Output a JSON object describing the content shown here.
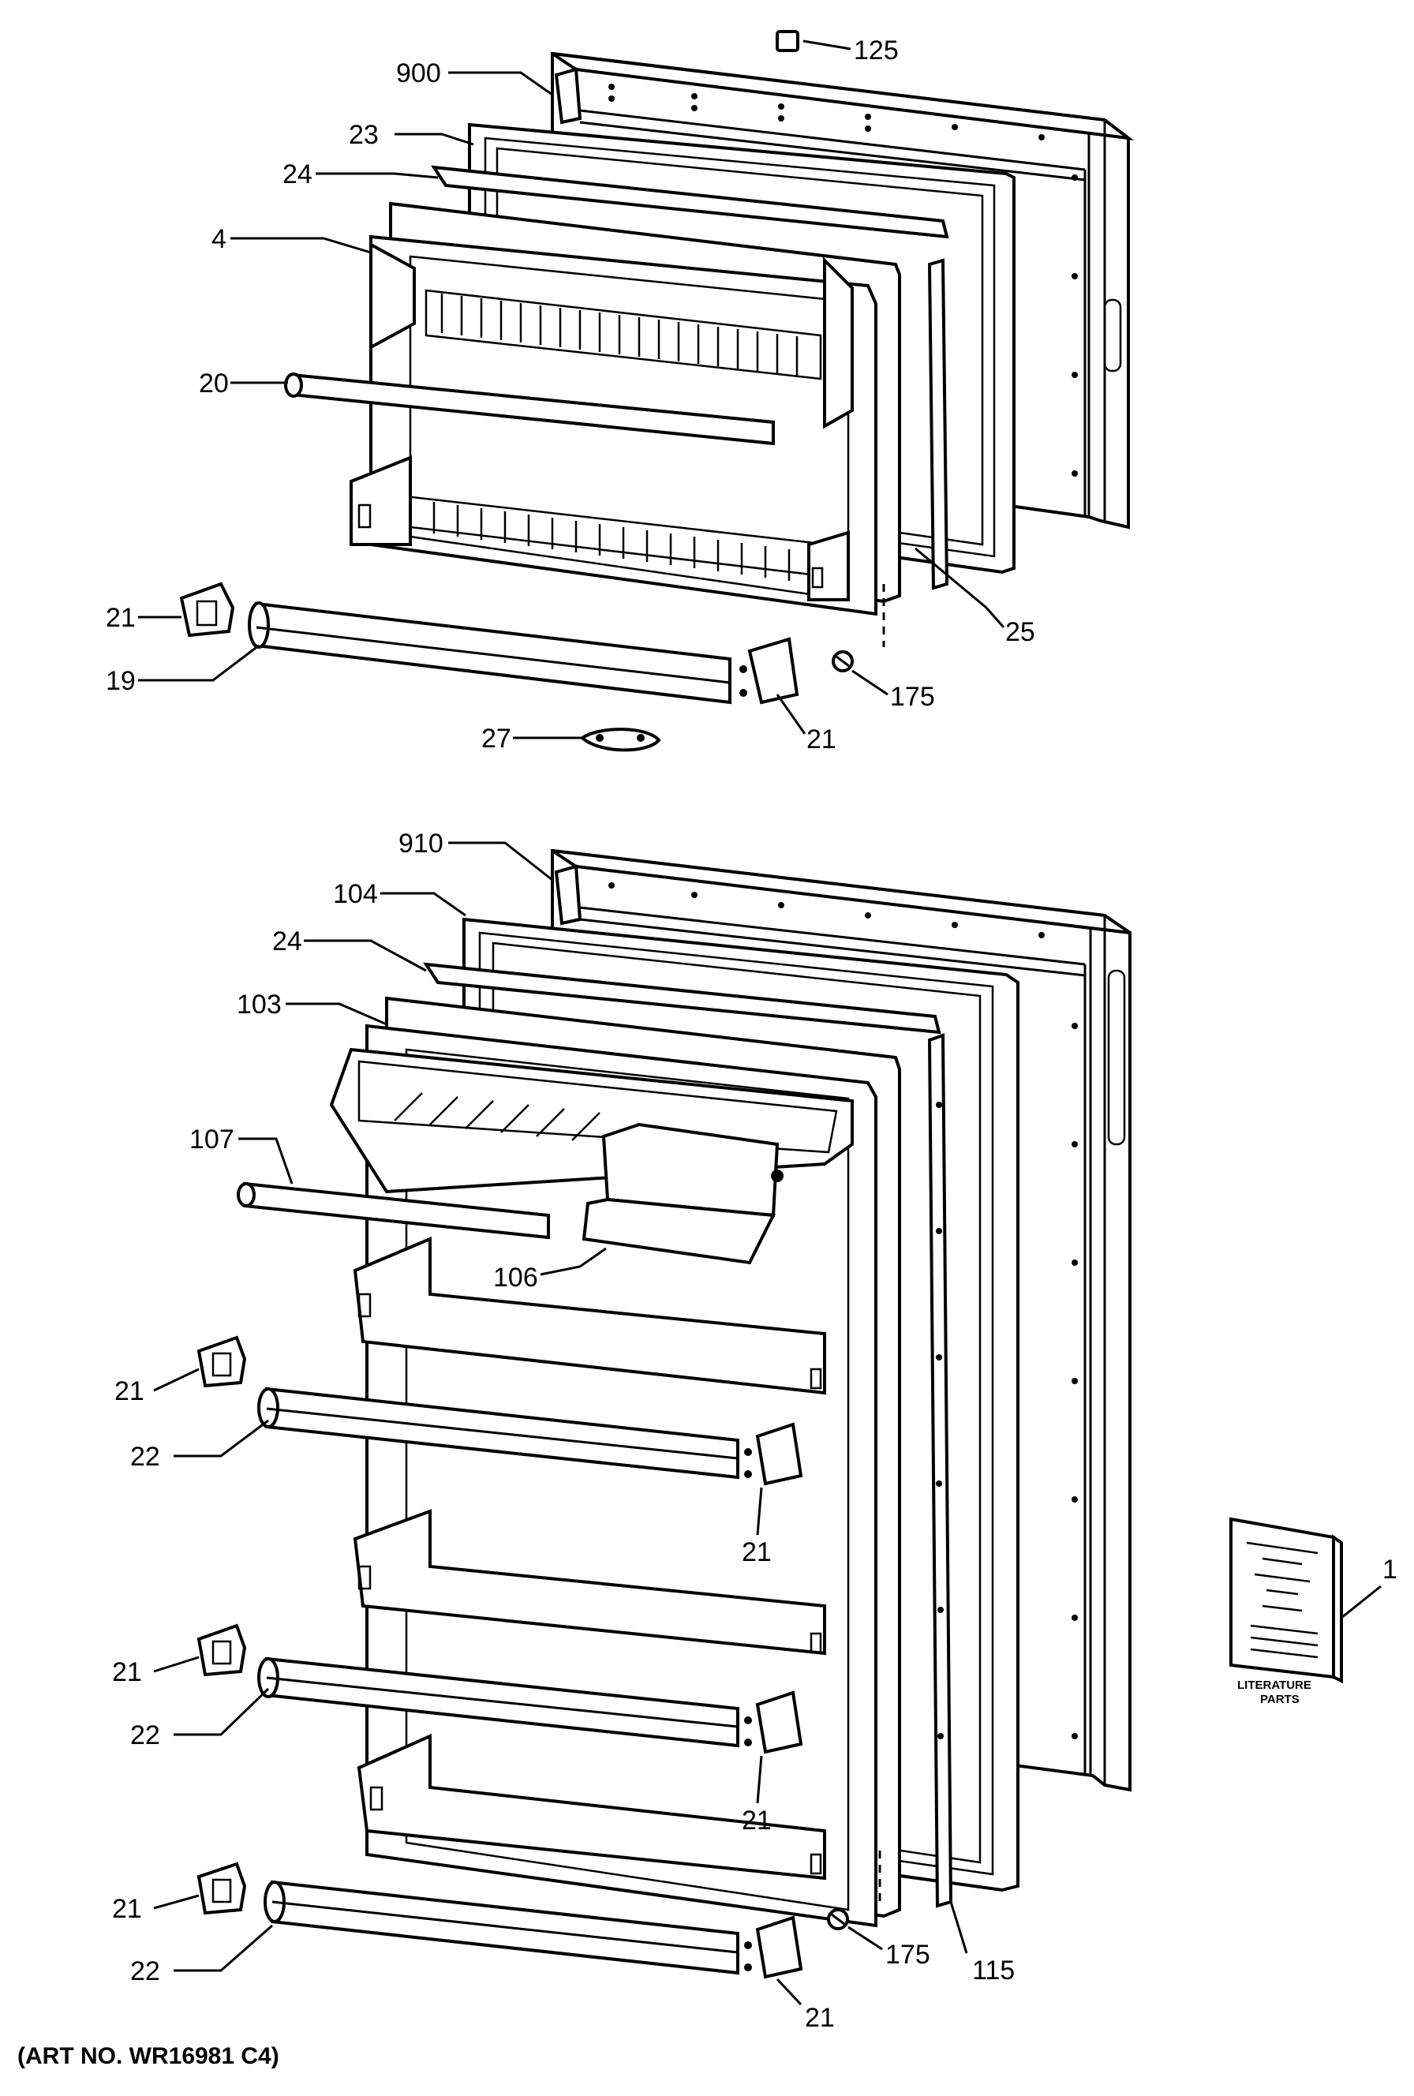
{
  "upper_door_labels": {
    "l900": "900",
    "l125": "125",
    "l23": "23",
    "l24": "24",
    "l4": "4",
    "l20": "20",
    "l21a": "21",
    "l19": "19",
    "l25": "25",
    "l175": "175",
    "l21b": "21",
    "l27": "27"
  },
  "lower_door_labels": {
    "l910": "910",
    "l104": "104",
    "l24": "24",
    "l103": "103",
    "l107": "107",
    "l106": "106",
    "l21a": "21",
    "l22a": "22",
    "l21b": "21",
    "l21c": "21",
    "l22b": "22",
    "l21d": "21",
    "l21e": "21",
    "l22c": "22",
    "l115": "115",
    "l175": "175",
    "l21f": "21",
    "l1": "1"
  },
  "literature": {
    "line1": "LITERATURE",
    "line2": "PARTS"
  },
  "art_number": "(ART NO. WR16981 C4)"
}
